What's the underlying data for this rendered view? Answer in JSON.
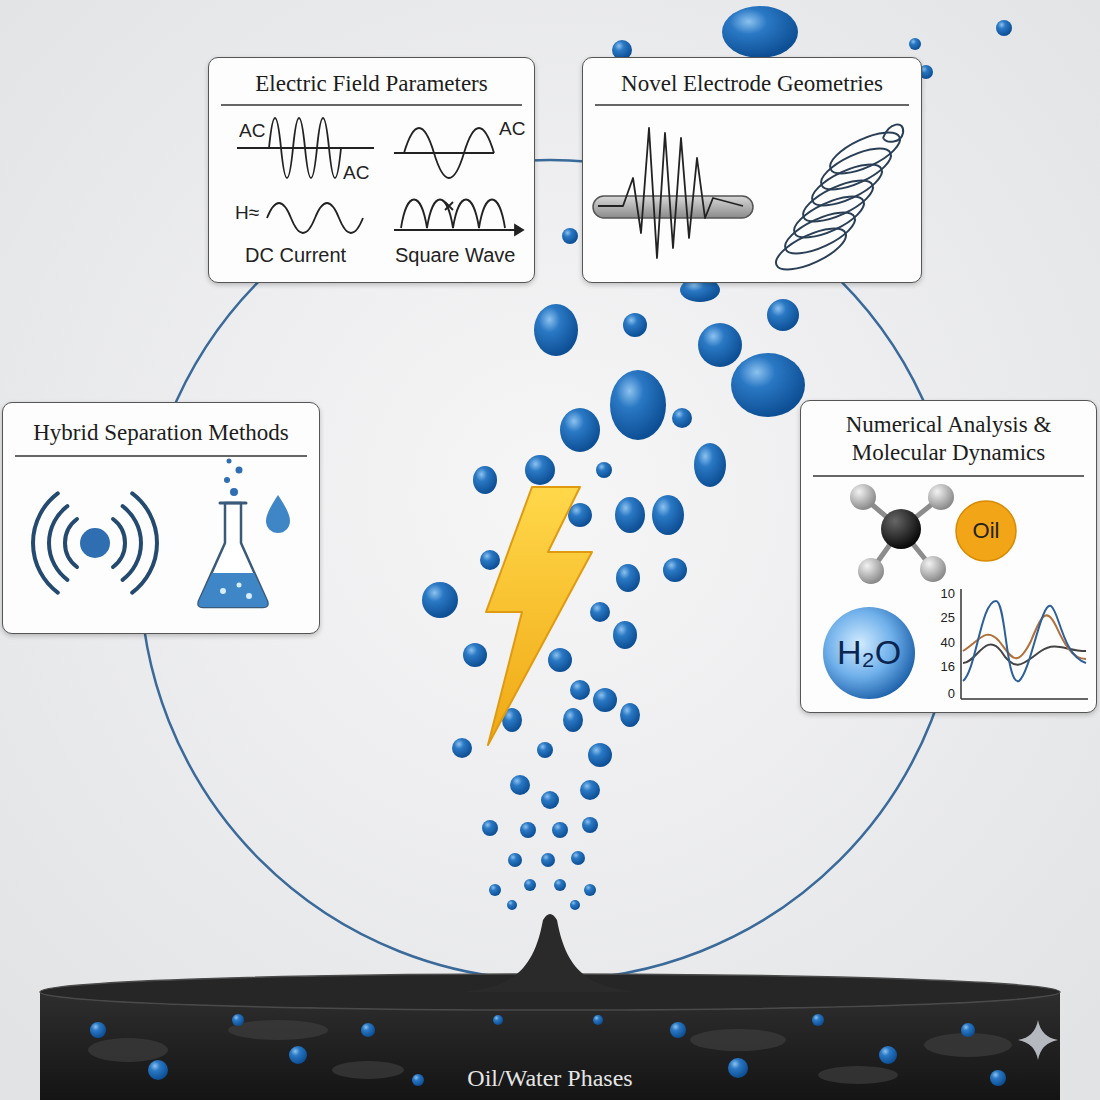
{
  "diagram": {
    "nodes": [
      {
        "text": [
          "Electric Field Parameters"
        ]
      },
      {
        "text": [
          "Novel Electrode Geometries"
        ]
      },
      {
        "text": [
          "Hybrid Separation Methods"
        ]
      },
      {
        "text": [
          "Numerical Analysis & Molecular Dynamics"
        ]
      },
      {
        "text": [
          "Oil/Water Phases"
        ]
      }
    ],
    "labels": [
      "AC",
      "AC",
      "AC",
      "H≈",
      "DC Current",
      "Square Wave",
      "Oil",
      "H₂O",
      "10",
      "25",
      "40",
      "16",
      "0"
    ]
  }
}
